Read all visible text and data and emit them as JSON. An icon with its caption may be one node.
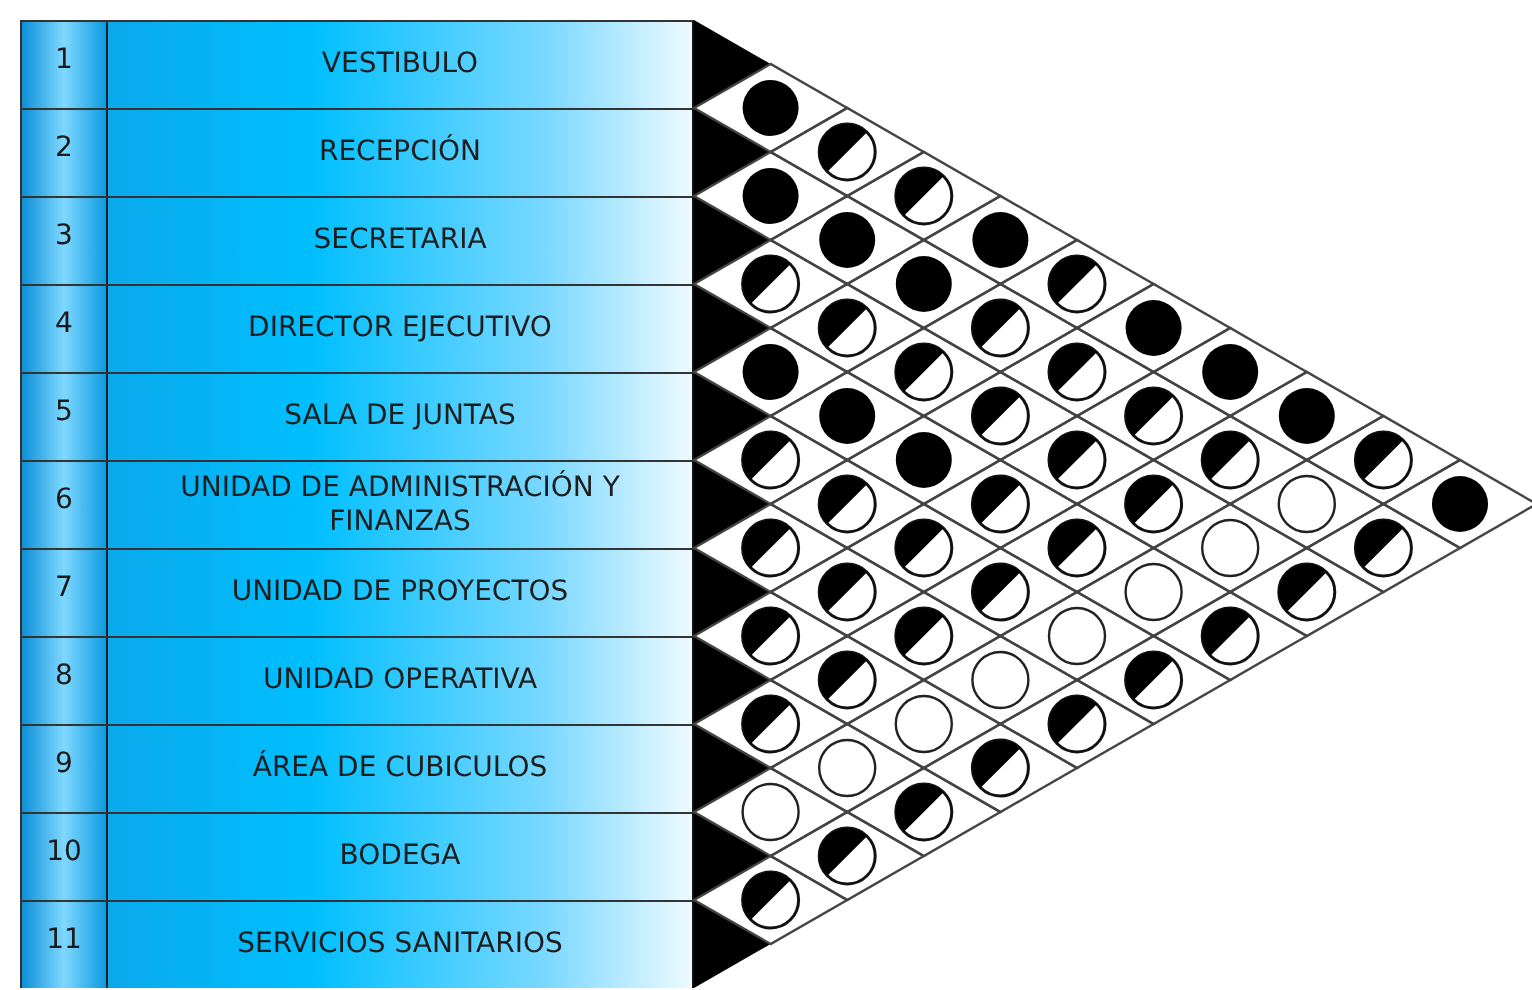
{
  "diagram": {
    "nodes": [
      {
        "text": [
          "1",
          "VESTIBULO"
        ]
      },
      {
        "text": [
          "2",
          "RECEPCIÓN"
        ]
      },
      {
        "text": [
          "3",
          "SECRETARIA"
        ]
      },
      {
        "text": [
          "4",
          "DIRECTOR EJECUTIVO"
        ]
      },
      {
        "text": [
          "5",
          "SALA DE JUNTAS"
        ]
      },
      {
        "text": [
          "6",
          "UNIDAD DE ADMINISTRACIÓN Y FINANZAS"
        ]
      },
      {
        "text": [
          "7",
          "UNIDAD DE PROYECTOS"
        ]
      },
      {
        "text": [
          "8",
          "UNIDAD OPERATIVA"
        ]
      },
      {
        "text": [
          "9",
          "ÁREA DE CUBICULOS"
        ]
      },
      {
        "text": [
          "10",
          "BODEGA"
        ]
      },
      {
        "text": [
          "11",
          "SERVICIOS SANITARIOS"
        ]
      },
      {
        "text": [],
        "shape": "dot"
      },
      {
        "text": [],
        "shape": "half-dot"
      },
      {
        "text": [],
        "shape": "dot"
      },
      {
        "text": [],
        "shape": "half-dot"
      },
      {
        "text": [],
        "shape": "dot"
      },
      {
        "text": [],
        "shape": "dot"
      },
      {
        "text": [],
        "shape": "half-dot"
      },
      {
        "text": [],
        "shape": "dot"
      },
      {
        "text": [],
        "shape": "half-dot"
      },
      {
        "text": [],
        "shape": "half-dot"
      },
      {
        "text": [],
        "shape": "half-dot"
      },
      {
        "text": [],
        "shape": "dot"
      },
      {
        "text": [],
        "shape": "dot"
      },
      {
        "text": [],
        "shape": "half-dot"
      },
      {
        "text": [],
        "shape": "half-dot"
      },
      {
        "text": [],
        "shape": "dot"
      },
      {
        "text": [],
        "shape": "dot"
      },
      {
        "text": [],
        "shape": "half-dot"
      },
      {
        "text": [],
        "shape": "half-dot"
      },
      {
        "text": [],
        "shape": "dot"
      },
      {
        "text": [],
        "shape": "half-dot"
      },
      {
        "text": [],
        "shape": "dot"
      },
      {
        "text": [],
        "shape": "half-dot"
      },
      {
        "text": [],
        "shape": "half-dot"
      },
      {
        "text": [],
        "shape": "half-dot"
      },
      {
        "text": [],
        "shape": "half-dot"
      },
      {
        "text": [],
        "shape": "half-dot"
      },
      {
        "text": [],
        "shape": "half-dot"
      },
      {
        "text": [],
        "shape": "circle"
      },
      {
        "text": [],
        "shape": "dot"
      },
      {
        "text": [],
        "shape": "half-dot"
      },
      {
        "text": [],
        "shape": "half-dot"
      },
      {
        "text": [],
        "shape": "half-dot"
      },
      {
        "text": [],
        "shape": "circle"
      },
      {
        "text": [],
        "shape": "half-dot"
      },
      {
        "text": [],
        "shape": "half-dot"
      },
      {
        "text": [],
        "shape": "half-dot"
      },
      {
        "text": [],
        "shape": "circle"
      },
      {
        "text": [],
        "shape": "half-dot"
      },
      {
        "text": [],
        "shape": "half-dot"
      },
      {
        "text": [],
        "shape": "half-dot"
      },
      {
        "text": [],
        "shape": "circle"
      },
      {
        "text": [],
        "shape": "half-dot"
      },
      {
        "text": [],
        "shape": "half-dot"
      },
      {
        "text": [],
        "shape": "circle"
      },
      {
        "text": [],
        "shape": "half-dot"
      },
      {
        "text": [],
        "shape": "half-dot"
      },
      {
        "text": [],
        "shape": "circle"
      },
      {
        "text": [],
        "shape": "half-dot"
      },
      {
        "text": [],
        "shape": "circle"
      },
      {
        "text": [],
        "shape": "half-dot"
      },
      {
        "text": [],
        "shape": "circle"
      },
      {
        "text": [],
        "shape": "half-dot"
      },
      {
        "text": [],
        "shape": "half-dot"
      },
      {
        "text": [],
        "shape": "half-dot"
      }
    ]
  }
}
